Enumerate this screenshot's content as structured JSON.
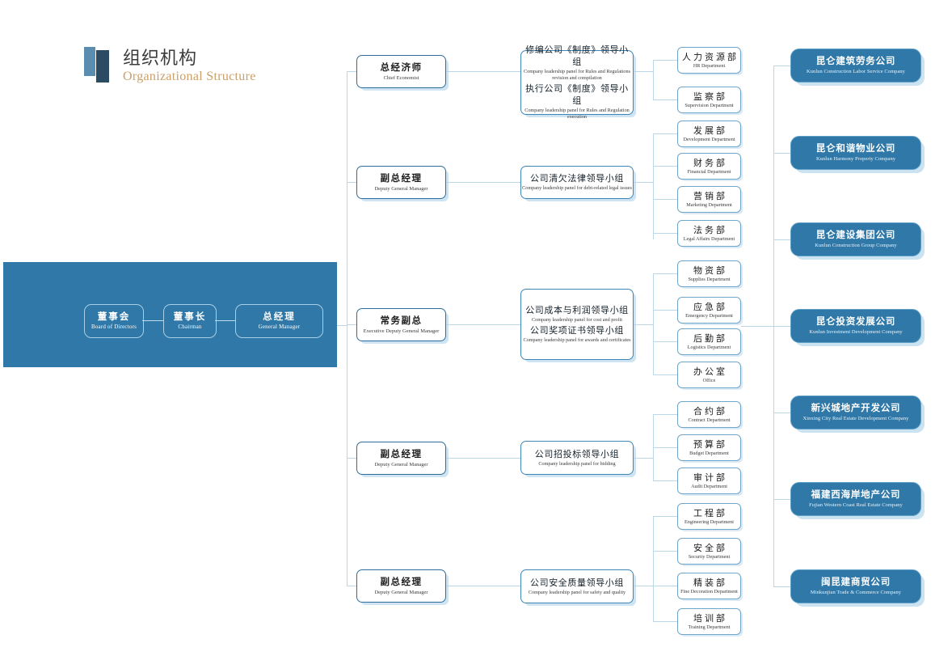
{
  "header": {
    "title_cn": "组织机构",
    "title_en": "Organizational Structure",
    "logo_icon": "logo-bars-icon"
  },
  "colors": {
    "brand_blue": "#2f78a8",
    "accent_gold": "#c9a06a",
    "line_blue": "#b9d7e8",
    "title_dark": "#2b4b63"
  },
  "executive": {
    "nodes": [
      {
        "cn": "董事会",
        "en": "Board of Directors"
      },
      {
        "cn": "董事长",
        "en": "Chairman"
      },
      {
        "cn": "总经理",
        "en": "General Manager"
      }
    ]
  },
  "roles": [
    {
      "cn": "总经济师",
      "en": "Chief Economist"
    },
    {
      "cn": "副总经理",
      "en": "Deputy General Manager"
    },
    {
      "cn": "常务副总",
      "en": "Executive Deputy General Manager"
    },
    {
      "cn": "副总经理",
      "en": "Deputy General Manager"
    },
    {
      "cn": "副总经理",
      "en": "Deputy General Manager"
    }
  ],
  "panels": [
    {
      "groups": [
        {
          "cn": "修编公司《制度》领导小组",
          "en": "Company leadership panel for Rules and Regulations revision and compilation"
        },
        {
          "cn": "执行公司《制度》领导小组",
          "en": "Company leadership panel for Rules and Regulation execution"
        }
      ]
    },
    {
      "groups": [
        {
          "cn": "公司清欠法律领导小组",
          "en": "Company leadership panel for debt-related legal issues"
        }
      ]
    },
    {
      "groups": [
        {
          "cn": "公司成本与利润领导小组",
          "en": "Company leadership panel for cost and profit"
        },
        {
          "cn": "公司奖项证书领导小组",
          "en": "Company leadership panel for awards and certificates"
        }
      ]
    },
    {
      "groups": [
        {
          "cn": "公司招投标领导小组",
          "en": "Company leadership panel for bidding"
        }
      ]
    },
    {
      "groups": [
        {
          "cn": "公司安全质量领导小组",
          "en": "Company leadership panel for safety and quality"
        }
      ]
    }
  ],
  "department_groups": [
    {
      "departments": [
        {
          "cn": "人力资源部",
          "en": "HR Department"
        },
        {
          "cn": "监察部",
          "en": "Supervision Department"
        }
      ]
    },
    {
      "departments": [
        {
          "cn": "发展部",
          "en": "Development Department"
        },
        {
          "cn": "财务部",
          "en": "Financial Department"
        },
        {
          "cn": "营销部",
          "en": "Marketing Department"
        },
        {
          "cn": "法务部",
          "en": "Legal Affairs Department"
        }
      ]
    },
    {
      "departments": [
        {
          "cn": "物资部",
          "en": "Supplies Department"
        },
        {
          "cn": "应急部",
          "en": "Emergency Department"
        },
        {
          "cn": "后勤部",
          "en": "Logistics Department"
        },
        {
          "cn": "办公室",
          "en": "Office"
        }
      ]
    },
    {
      "departments": [
        {
          "cn": "合约部",
          "en": "Contract Department"
        },
        {
          "cn": "预算部",
          "en": "Budget Department"
        },
        {
          "cn": "审计部",
          "en": "Audit Department"
        }
      ]
    },
    {
      "departments": [
        {
          "cn": "工程部",
          "en": "Engineering Department"
        },
        {
          "cn": "安全部",
          "en": "Security Department"
        },
        {
          "cn": "精装部",
          "en": "Fine Decoration Department"
        },
        {
          "cn": "培训部",
          "en": "Training Department"
        }
      ]
    }
  ],
  "subsidiaries": [
    {
      "cn": "昆仑建筑劳务公司",
      "en": "Kunlun Construction Labor Service Company"
    },
    {
      "cn": "昆仑和谐物业公司",
      "en": "Kunlun Harmony Property Company"
    },
    {
      "cn": "昆仑建设集团公司",
      "en": "Kunlun Construction Group Company"
    },
    {
      "cn": "昆仑投资发展公司",
      "en": "Kunlun Investment Development Company"
    },
    {
      "cn": "新兴城地产开发公司",
      "en": "Xinxing City Real Estate Development Company"
    },
    {
      "cn": "福建西海岸地产公司",
      "en": "Fujian Western Coast Real Estate Company"
    },
    {
      "cn": "闽昆建商贸公司",
      "en": "Minkunjian Trade & Commerce Company"
    }
  ]
}
